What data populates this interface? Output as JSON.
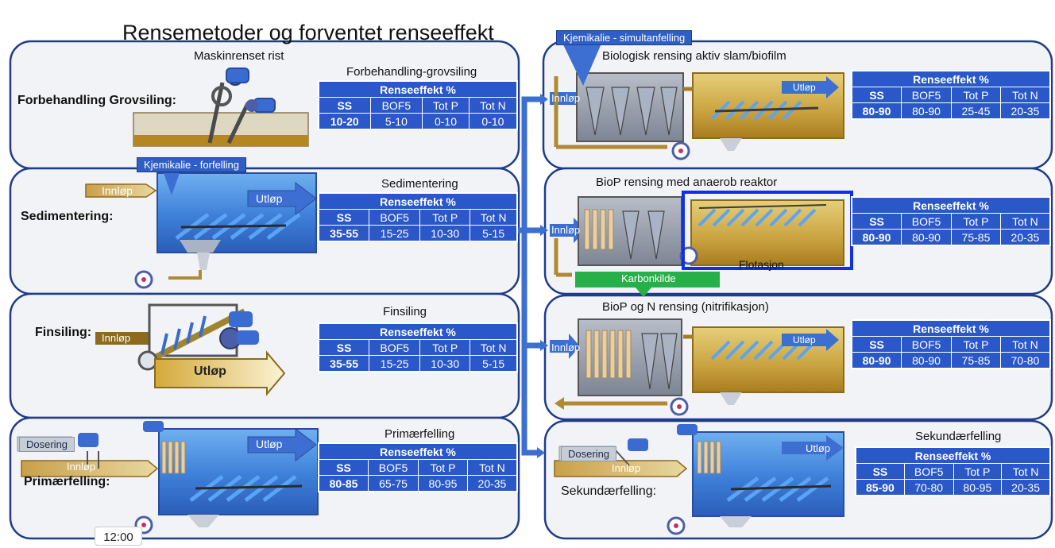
{
  "title": "Rensemetoder og forventet renseeffekt",
  "header_label": "Renseeffekt %",
  "columns": [
    "SS",
    "BOF5",
    "Tot P",
    "Tot N"
  ],
  "sections": [
    {
      "label": "Forbehandling Grovsiling:",
      "caption": "Maskinrenset rist",
      "table_title": "Forbehandling-grovsiling",
      "values": [
        "10-20",
        "5-10",
        "0-10",
        "0-10"
      ]
    },
    {
      "label": "Sedimentering:",
      "tag": "Kjemikalie - forfelling",
      "table_title": "Sedimentering",
      "values": [
        "35-55",
        "15-25",
        "10-30",
        "5-15"
      ]
    },
    {
      "label": "Finsiling:",
      "table_title": "Finsiling",
      "values": [
        "35-55",
        "15-25",
        "10-30",
        "5-15"
      ]
    },
    {
      "label": "Primærfelling:",
      "tag": "Dosering",
      "table_title": "Primærfelling",
      "values": [
        "80-85",
        "65-75",
        "80-95",
        "20-35"
      ]
    },
    {
      "label": "Biologisk rensing aktiv slam/biofilm",
      "tag": "Kjemikalie - simultanfelling",
      "values": [
        "80-90",
        "80-90",
        "25-45",
        "20-35"
      ]
    },
    {
      "label": "BioP rensing med anaerob reaktor",
      "caption": "Flotasjon",
      "values": [
        "80-90",
        "80-90",
        "75-85",
        "20-35"
      ]
    },
    {
      "label": "BioP og N rensing (nitrifikasjon)",
      "tag": "Karbonkilde",
      "values": [
        "80-90",
        "80-90",
        "75-85",
        "70-80"
      ]
    },
    {
      "label": "Sekundærfelling:",
      "tag": "Dosering",
      "table_title": "Sekundærfelling",
      "values": [
        "85-90",
        "70-80",
        "80-95",
        "20-35"
      ]
    }
  ],
  "flow_labels": {
    "inlet": "Innløp",
    "outlet": "Utløp"
  },
  "video_timestamp": "12:00",
  "colors": {
    "panel_bg": "#f2f3f6",
    "panel_border": "#1f3c8a",
    "table_blue": "#2a58c8",
    "pipe_blue": "#3b6fd0",
    "sludge_gold": "#b88a2a",
    "highlight_box": "#1030e8",
    "karbonkilde_green": "#27b04a"
  }
}
